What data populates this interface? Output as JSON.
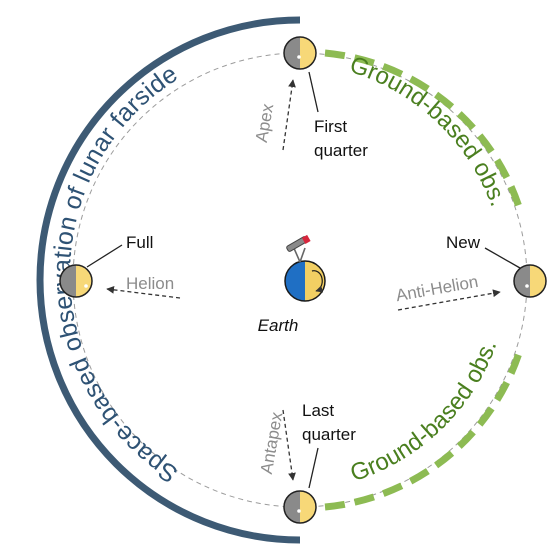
{
  "space_arc": {
    "label": "Space-based observation of lunar farside",
    "color": "#3d5a74"
  },
  "ground_arcs": [
    {
      "label": "Ground-based obs."
    },
    {
      "label": "Ground-based obs."
    }
  ],
  "ground_color": "#8dbb53",
  "ground_text_color": "#4a7f1f",
  "phases": {
    "first_quarter": {
      "line1": "First",
      "line2": "quarter"
    },
    "last_quarter": {
      "line1": "Last",
      "line2": "quarter"
    },
    "full": {
      "label": "Full"
    },
    "new": {
      "label": "New"
    }
  },
  "directions": {
    "apex": "Apex",
    "antapex": "Antapex",
    "helion": "Helion",
    "anti_helion": "Anti-Helion"
  },
  "earth": {
    "label": "Earth",
    "ocean_color": "#1f6fc4",
    "lit_color": "#f2cf63"
  },
  "moon_colors": {
    "dark": "#8a8a8a",
    "lit": "#f7d878"
  }
}
